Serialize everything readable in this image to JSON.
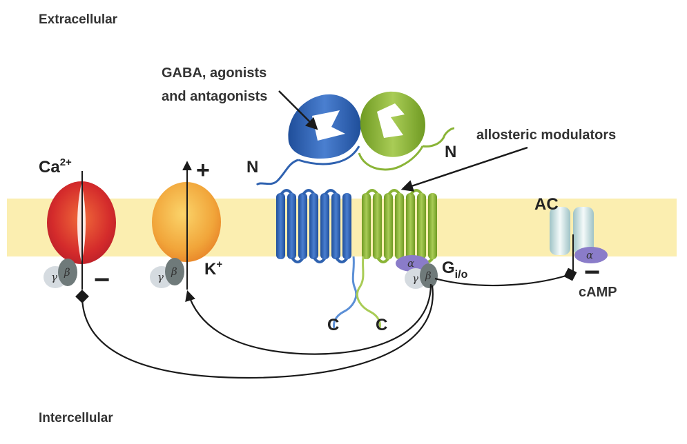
{
  "regions": {
    "extracellular": "Extracellular",
    "intercellular": "Intercellular"
  },
  "annotations": {
    "ligand_line1": "GABA, agonists",
    "ligand_line2": "and antagonists",
    "allosteric": "allosteric modulators"
  },
  "channels": {
    "calcium": {
      "ion": "Ca",
      "charge": "2+",
      "effect": "−"
    },
    "potassium": {
      "ion": "K",
      "charge": "+",
      "effect": "+"
    }
  },
  "receptor": {
    "n_left": "N",
    "n_right": "N",
    "c_left": "C",
    "c_right": "C"
  },
  "g_protein": {
    "label": "G",
    "subscript": "i/o",
    "alpha": "α",
    "beta": "β",
    "gamma": "γ"
  },
  "effector": {
    "name": "AC",
    "alpha": "α",
    "product": "cAMP",
    "effect": "−"
  },
  "colors": {
    "membrane": "#fbeeb0",
    "subunit_blue": "#2f62b0",
    "subunit_green": "#8ab436",
    "ca_channel": "#d42b2b",
    "k_channel": "#f1a53a",
    "alpha_subunit": "#8a7cc9",
    "beta_subunit": "#6f7a7a",
    "gamma_subunit": "#d5dbe0"
  }
}
